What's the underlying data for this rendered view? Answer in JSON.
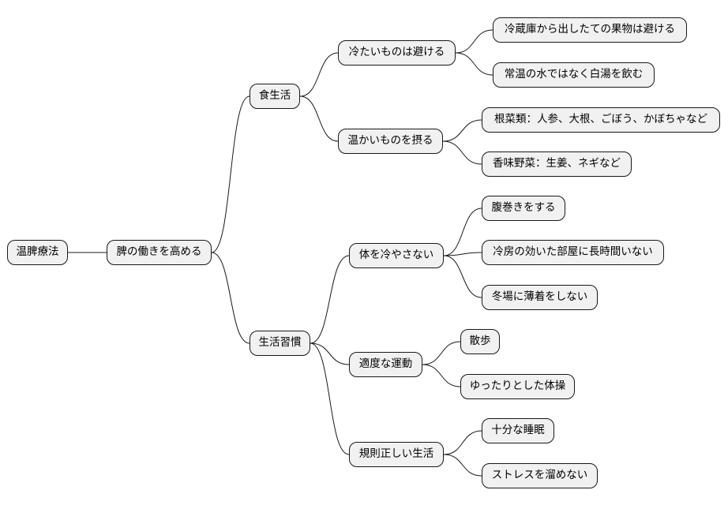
{
  "mindmap": {
    "root": "温脾療法",
    "main": "脾の働きを高める",
    "branches": {
      "diet": {
        "label": "食生活",
        "cold": {
          "label": "冷たいものは避ける",
          "items": [
            "冷蔵庫から出したての果物は避ける",
            "常温の水ではなく白湯を飲む"
          ]
        },
        "warm": {
          "label": "温かいものを摂る",
          "items": [
            "根菜類：人参、大根、ごぼう、かぼちゃなど",
            "香味野菜：生姜、ネギなど"
          ]
        }
      },
      "habits": {
        "label": "生活習慣",
        "keepwarm": {
          "label": "体を冷やさない",
          "items": [
            "腹巻きをする",
            "冷房の効いた部屋に長時間いない",
            "冬場に薄着をしない"
          ]
        },
        "exercise": {
          "label": "適度な運動",
          "items": [
            "散歩",
            "ゆったりとした体操"
          ]
        },
        "regular": {
          "label": "規則正しい生活",
          "items": [
            "十分な睡眠",
            "ストレスを溜めない"
          ]
        }
      }
    }
  },
  "colors": {
    "node_fill": "#f1f1f1",
    "node_border": "#181818",
    "edge": "#181818",
    "background": "#ffffff"
  }
}
